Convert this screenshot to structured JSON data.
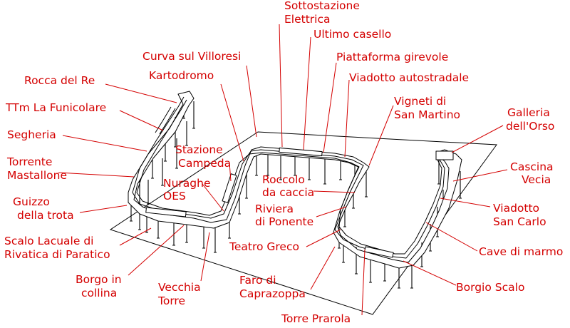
{
  "diagram": {
    "labels": {
      "rocca_del_re": [
        "Rocca del Re"
      ],
      "ttm_la_funicolare": [
        "TTm La Funicolare"
      ],
      "segheria": [
        "Segheria"
      ],
      "torrente_mastallone": [
        "Torrente",
        "Mastallone"
      ],
      "guizzo_della_trota": [
        "Guizzo",
        "della trota"
      ],
      "scalo_lacuale": [
        "Scalo Lacuale di",
        "Rivatica di Paratico"
      ],
      "borgo_in_collina": [
        "Borgo in",
        "collina"
      ],
      "vecchia_torre": [
        "Vecchia",
        "Torre"
      ],
      "nuraghe_oes": [
        "Nuraghe",
        "OES"
      ],
      "stazione_campeda": [
        "Stazione",
        "Campeda"
      ],
      "curva_sul_villoresi": [
        "Curva sul Villoresi"
      ],
      "kartodromo": [
        "Kartodromo"
      ],
      "sottostazione_elettrica": [
        "Sottostazione",
        "Elettrica"
      ],
      "ultimo_casello": [
        "Ultimo casello"
      ],
      "piattaforma_girevole": [
        "Piattaforma girevole"
      ],
      "viadotto_autostradale": [
        "Viadotto autostradale"
      ],
      "vigneti_di_san_martino": [
        "Vigneti di",
        "San Martino"
      ],
      "roccolo_da_caccia": [
        "Roccolo",
        "da caccia"
      ],
      "riviera_di_ponente": [
        "Riviera",
        "di Ponente"
      ],
      "teatro_greco": [
        "Teatro Greco"
      ],
      "faro_di_caprazoppa": [
        "Faro di",
        "Caprazoppa"
      ],
      "torre_prarola": [
        "Torre Prarola"
      ],
      "galleria_dell_orso": [
        "Galleria",
        "dell'Orso"
      ],
      "cascina_vecia": [
        "Cascina",
        "Vecia"
      ],
      "viadotto_san_carlo": [
        "Viadotto",
        "San Carlo"
      ],
      "cave_di_marmo": [
        "Cave di marmo"
      ],
      "borgio_scalo": [
        "Borgio Scalo"
      ]
    },
    "colors": {
      "label_text": "#d40000",
      "leader_lines": "#d40000",
      "drawing": "#000000",
      "background": "#ffffff"
    }
  }
}
